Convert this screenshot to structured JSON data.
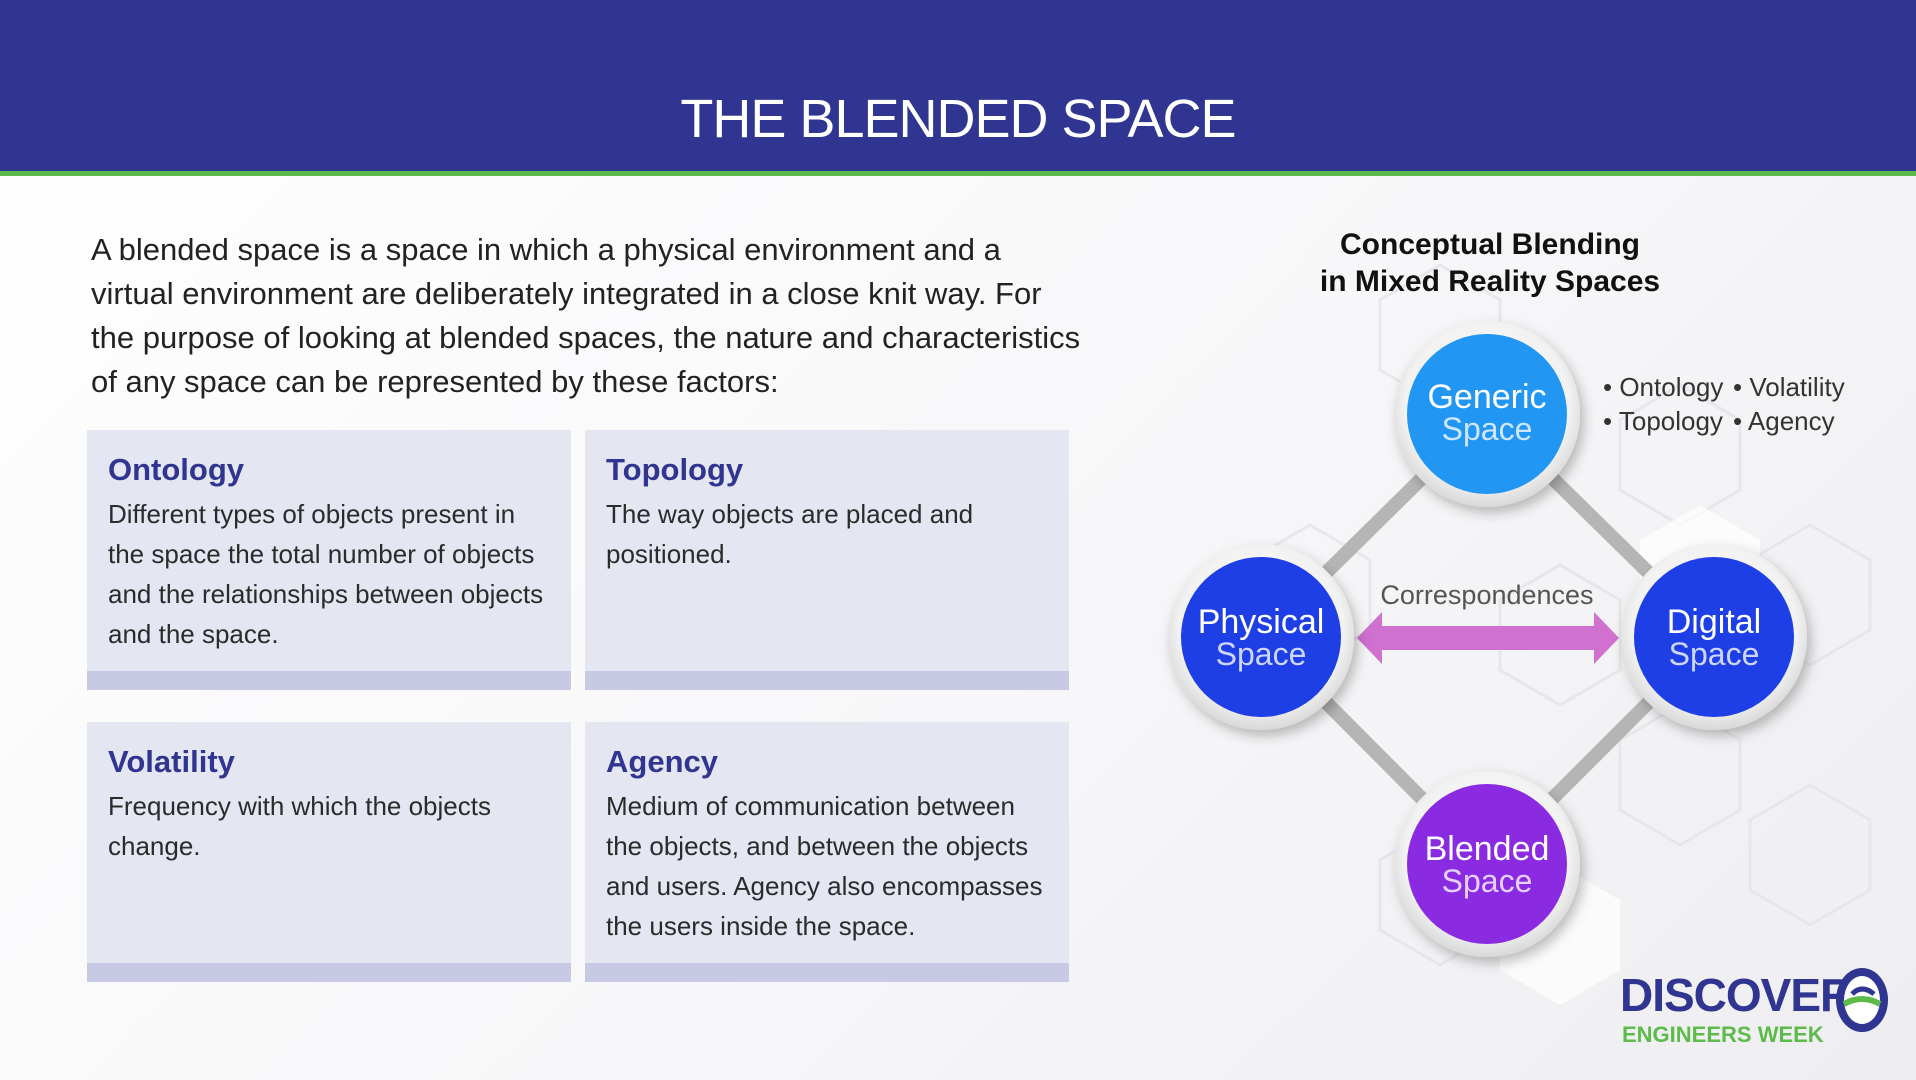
{
  "header": {
    "title": "THE BLENDED SPACE"
  },
  "intro": "A blended space is a space in which a physical environment and a virtual environment are deliberately integrated in a close knit way. For the purpose of looking at blended spaces, the nature and characteristics of any space can be represented by these factors:",
  "cards": [
    {
      "title": "Ontology",
      "body": "Different types of objects present in the space the total number of objects and the relationships between objects and the space."
    },
    {
      "title": "Topology",
      "body": "The way objects are placed and positioned."
    },
    {
      "title": "Volatility",
      "body": "Frequency with which the objects change."
    },
    {
      "title": "Agency",
      "body": "Medium of communication between the objects, and between the objects and users. Agency also encompasses the users inside the space."
    }
  ],
  "diagram": {
    "title_line1": "Conceptual Blending",
    "title_line2": "in Mixed Reality Spaces",
    "nodes": {
      "generic": {
        "line1": "Generic",
        "line2": "Space"
      },
      "physical": {
        "line1": "Physical",
        "line2": "Space"
      },
      "digital": {
        "line1": "Digital",
        "line2": "Space"
      },
      "blended": {
        "line1": "Blended",
        "line2": "Space"
      }
    },
    "correspondences": "Correspondences",
    "bullets": [
      "Ontology",
      "Topology",
      "Volatility",
      "Agency"
    ],
    "colors": {
      "generic": "#2196f3",
      "physical": "#1e3fe6",
      "digital": "#1e3fe6",
      "blended": "#8a2be2",
      "arrow": "#d070d0"
    }
  },
  "logo": {
    "word": "DISCOVER",
    "sub": "ENGINEERS WEEK"
  }
}
